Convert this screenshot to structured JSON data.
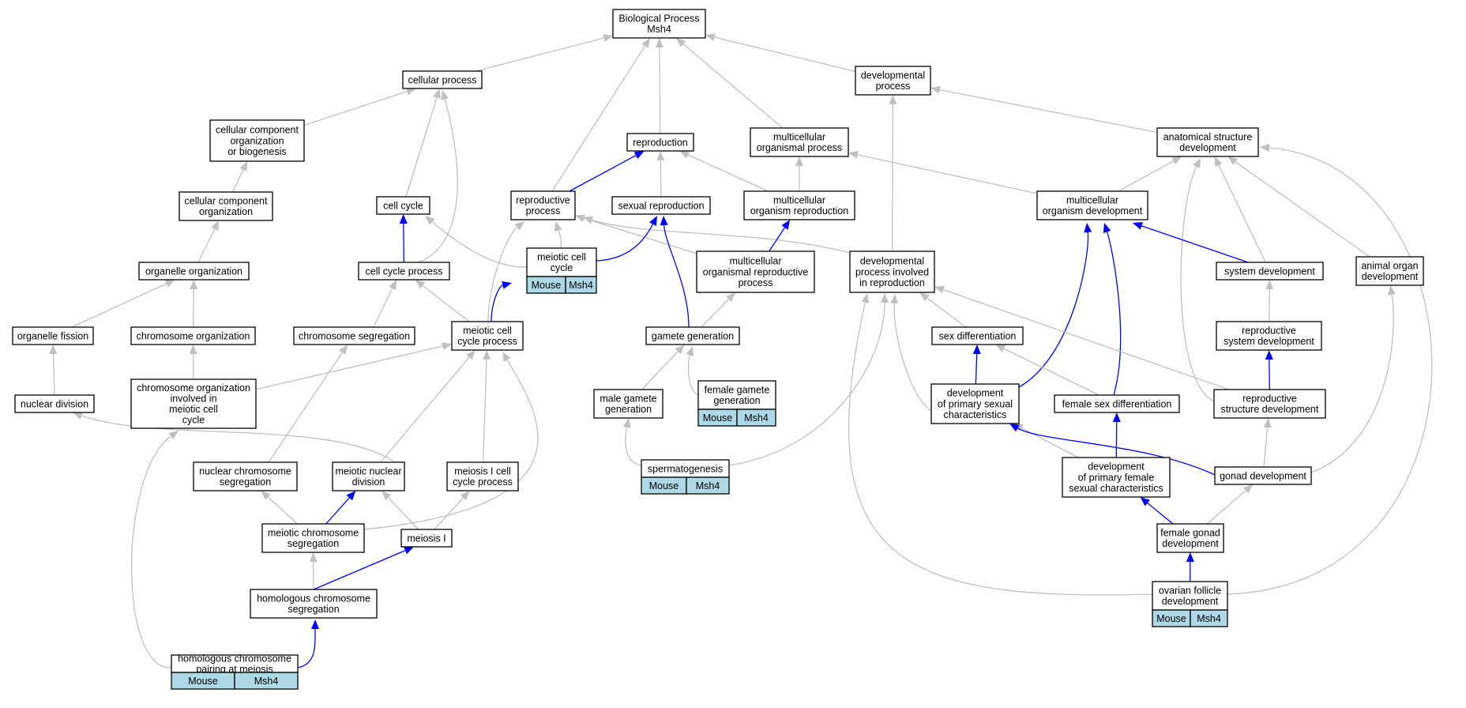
{
  "colors": {
    "is_a": "#c0c0c0",
    "part_of": "#0000ff",
    "annotation_fill": "#add8e6"
  },
  "nodes": {
    "bp": {
      "lines": [
        "Biological Process",
        "Msh4"
      ]
    },
    "cellproc": {
      "lines": [
        "cellular process"
      ]
    },
    "devproc": {
      "lines": [
        "developmental",
        "process"
      ]
    },
    "ccob": {
      "lines": [
        "cellular component",
        "organization",
        "or biogenesis"
      ]
    },
    "repro": {
      "lines": [
        "reproduction"
      ]
    },
    "multiproc": {
      "lines": [
        "multicellular",
        "organismal process"
      ]
    },
    "asd": {
      "lines": [
        "anatomical structure",
        "development"
      ]
    },
    "cco": {
      "lines": [
        "cellular component",
        "organization"
      ]
    },
    "cellcycle": {
      "lines": [
        "cell cycle"
      ]
    },
    "reproproc": {
      "lines": [
        "reproductive",
        "process"
      ]
    },
    "sexrepro": {
      "lines": [
        "sexual reproduction"
      ]
    },
    "multirepro": {
      "lines": [
        "multicellular",
        "organism reproduction"
      ]
    },
    "multidev": {
      "lines": [
        "multicellular",
        "organism development"
      ]
    },
    "orgorg": {
      "lines": [
        "organelle organization"
      ]
    },
    "ccp": {
      "lines": [
        "cell cycle process"
      ]
    },
    "mcc": {
      "lines": [
        "meiotic cell",
        "cycle"
      ],
      "annotation": [
        "Mouse",
        "Msh4"
      ]
    },
    "morp": {
      "lines": [
        "multicellular",
        "organismal reproductive",
        "process"
      ]
    },
    "dpir": {
      "lines": [
        "developmental",
        "process involved",
        "in reproduction"
      ]
    },
    "sysdev": {
      "lines": [
        "system development"
      ]
    },
    "aod": {
      "lines": [
        "animal organ",
        "development"
      ]
    },
    "orgfis": {
      "lines": [
        "organelle fission"
      ]
    },
    "chromorg": {
      "lines": [
        "chromosome organization"
      ]
    },
    "chromseg": {
      "lines": [
        "chromosome segregation"
      ]
    },
    "mccp": {
      "lines": [
        "meiotic cell",
        "cycle process"
      ]
    },
    "gamgen": {
      "lines": [
        "gamete generation"
      ]
    },
    "sexdiff": {
      "lines": [
        "sex differentiation"
      ]
    },
    "rsd": {
      "lines": [
        "reproductive",
        "system development"
      ]
    },
    "nucdiv": {
      "lines": [
        "nuclear division"
      ]
    },
    "coimcc": {
      "lines": [
        "chromosome organization",
        "involved in",
        "meiotic cell",
        "cycle"
      ]
    },
    "malegam": {
      "lines": [
        "male gamete",
        "generation"
      ]
    },
    "femgam": {
      "lines": [
        "female gamete",
        "generation"
      ],
      "annotation": [
        "Mouse",
        "Msh4"
      ]
    },
    "dpsc": {
      "lines": [
        "development",
        "of primary sexual",
        "characteristics"
      ]
    },
    "fsd": {
      "lines": [
        "female sex differentiation"
      ]
    },
    "rstd": {
      "lines": [
        "reproductive",
        "structure development"
      ]
    },
    "ncs": {
      "lines": [
        "nuclear chromosome",
        "segregation"
      ]
    },
    "mnd": {
      "lines": [
        "meiotic nuclear",
        "division"
      ]
    },
    "m1ccp": {
      "lines": [
        "meiosis I cell",
        "cycle process"
      ]
    },
    "spermgen": {
      "lines": [
        "spermatogenesis"
      ],
      "annotation": [
        "Mouse",
        "Msh4"
      ]
    },
    "dpfsc": {
      "lines": [
        "development",
        "of primary female",
        "sexual characteristics"
      ]
    },
    "gonad": {
      "lines": [
        "gonad development"
      ]
    },
    "mcs": {
      "lines": [
        "meiotic chromosome",
        "segregation"
      ]
    },
    "meiosis1": {
      "lines": [
        "meiosis I"
      ]
    },
    "fgd": {
      "lines": [
        "female gonad",
        "development"
      ]
    },
    "hcs": {
      "lines": [
        "homologous chromosome",
        "segregation"
      ]
    },
    "ovfol": {
      "lines": [
        "ovarian follicle",
        "development"
      ],
      "annotation": [
        "Mouse",
        "Msh4"
      ]
    },
    "hcpm": {
      "lines": [
        "homologous chromosome",
        "pairing at meiosis"
      ],
      "annotation": [
        "Mouse",
        "Msh4"
      ]
    }
  },
  "edges": [
    {
      "from": "cellproc",
      "to": "bp",
      "type": "is_a"
    },
    {
      "from": "reproproc",
      "to": "bp",
      "type": "is_a"
    },
    {
      "from": "repro",
      "to": "bp",
      "type": "is_a"
    },
    {
      "from": "multiproc",
      "to": "bp",
      "type": "is_a"
    },
    {
      "from": "devproc",
      "to": "bp",
      "type": "is_a"
    },
    {
      "from": "ccob",
      "to": "cellproc",
      "type": "is_a"
    },
    {
      "from": "cellcycle",
      "to": "cellproc",
      "type": "is_a"
    },
    {
      "from": "ccp",
      "to": "cellproc",
      "type": "is_a"
    },
    {
      "from": "asd",
      "to": "devproc",
      "type": "is_a"
    },
    {
      "from": "dpir",
      "to": "devproc",
      "type": "is_a"
    },
    {
      "from": "cco",
      "to": "ccob",
      "type": "is_a"
    },
    {
      "from": "orgorg",
      "to": "cco",
      "type": "is_a"
    },
    {
      "from": "reproproc",
      "to": "repro",
      "type": "part_of"
    },
    {
      "from": "sexrepro",
      "to": "repro",
      "type": "is_a"
    },
    {
      "from": "multirepro",
      "to": "repro",
      "type": "is_a"
    },
    {
      "from": "multirepro",
      "to": "multiproc",
      "type": "is_a"
    },
    {
      "from": "multidev",
      "to": "multiproc",
      "type": "is_a"
    },
    {
      "from": "multidev",
      "to": "asd",
      "type": "is_a"
    },
    {
      "from": "sysdev",
      "to": "asd",
      "type": "is_a"
    },
    {
      "from": "aod",
      "to": "asd",
      "type": "is_a"
    },
    {
      "from": "rstd",
      "to": "asd",
      "type": "is_a"
    },
    {
      "from": "ovfol",
      "to": "asd",
      "type": "is_a"
    },
    {
      "from": "ccp",
      "to": "cellcycle",
      "type": "part_of"
    },
    {
      "from": "mcc",
      "to": "cellcycle",
      "type": "is_a"
    },
    {
      "from": "mcc",
      "to": "reproproc",
      "type": "is_a"
    },
    {
      "from": "mccp",
      "to": "reproproc",
      "type": "is_a"
    },
    {
      "from": "morp",
      "to": "reproproc",
      "type": "is_a"
    },
    {
      "from": "dpir",
      "to": "reproproc",
      "type": "is_a"
    },
    {
      "from": "mcc",
      "to": "sexrepro",
      "type": "part_of"
    },
    {
      "from": "gamgen",
      "to": "sexrepro",
      "type": "part_of"
    },
    {
      "from": "morp",
      "to": "multirepro",
      "type": "part_of"
    },
    {
      "from": "sysdev",
      "to": "multidev",
      "type": "part_of"
    },
    {
      "from": "dpsc",
      "to": "multidev",
      "type": "part_of"
    },
    {
      "from": "fsd",
      "to": "multidev",
      "type": "part_of"
    },
    {
      "from": "orgfis",
      "to": "orgorg",
      "type": "is_a"
    },
    {
      "from": "chromorg",
      "to": "orgorg",
      "type": "is_a"
    },
    {
      "from": "chromseg",
      "to": "ccp",
      "type": "is_a"
    },
    {
      "from": "mccp",
      "to": "ccp",
      "type": "is_a"
    },
    {
      "from": "mccp",
      "to": "mcc",
      "type": "part_of"
    },
    {
      "from": "gamgen",
      "to": "morp",
      "type": "is_a"
    },
    {
      "from": "sexdiff",
      "to": "dpir",
      "type": "is_a"
    },
    {
      "from": "dpsc",
      "to": "dpir",
      "type": "is_a"
    },
    {
      "from": "rstd",
      "to": "dpir",
      "type": "is_a"
    },
    {
      "from": "spermgen",
      "to": "dpir",
      "type": "is_a"
    },
    {
      "from": "ovfol",
      "to": "dpir",
      "type": "is_a"
    },
    {
      "from": "rsd",
      "to": "sysdev",
      "type": "is_a"
    },
    {
      "from": "gonad",
      "to": "aod",
      "type": "is_a"
    },
    {
      "from": "nucdiv",
      "to": "orgfis",
      "type": "is_a"
    },
    {
      "from": "coimcc",
      "to": "chromorg",
      "type": "is_a"
    },
    {
      "from": "ncs",
      "to": "chromseg",
      "type": "is_a"
    },
    {
      "from": "coimcc",
      "to": "mccp",
      "type": "is_a"
    },
    {
      "from": "mnd",
      "to": "mccp",
      "type": "is_a"
    },
    {
      "from": "m1ccp",
      "to": "mccp",
      "type": "is_a"
    },
    {
      "from": "mcs",
      "to": "mccp",
      "type": "is_a"
    },
    {
      "from": "malegam",
      "to": "gamgen",
      "type": "is_a"
    },
    {
      "from": "femgam",
      "to": "gamgen",
      "type": "is_a"
    },
    {
      "from": "dpsc",
      "to": "sexdiff",
      "type": "part_of"
    },
    {
      "from": "fsd",
      "to": "sexdiff",
      "type": "is_a"
    },
    {
      "from": "rstd",
      "to": "rsd",
      "type": "part_of"
    },
    {
      "from": "mnd",
      "to": "nucdiv",
      "type": "is_a"
    },
    {
      "from": "hcpm",
      "to": "coimcc",
      "type": "is_a"
    },
    {
      "from": "spermgen",
      "to": "malegam",
      "type": "is_a"
    },
    {
      "from": "dpfsc",
      "to": "dpsc",
      "type": "is_a"
    },
    {
      "from": "gonad",
      "to": "dpsc",
      "type": "part_of"
    },
    {
      "from": "dpfsc",
      "to": "fsd",
      "type": "part_of"
    },
    {
      "from": "gonad",
      "to": "rstd",
      "type": "is_a"
    },
    {
      "from": "mcs",
      "to": "ncs",
      "type": "is_a"
    },
    {
      "from": "mcs",
      "to": "mnd",
      "type": "part_of"
    },
    {
      "from": "meiosis1",
      "to": "mnd",
      "type": "is_a"
    },
    {
      "from": "meiosis1",
      "to": "m1ccp",
      "type": "is_a"
    },
    {
      "from": "fgd",
      "to": "dpfsc",
      "type": "part_of"
    },
    {
      "from": "fgd",
      "to": "gonad",
      "type": "is_a"
    },
    {
      "from": "hcs",
      "to": "mcs",
      "type": "is_a"
    },
    {
      "from": "hcs",
      "to": "meiosis1",
      "type": "part_of"
    },
    {
      "from": "ovfol",
      "to": "fgd",
      "type": "part_of"
    },
    {
      "from": "hcpm",
      "to": "hcs",
      "type": "part_of"
    }
  ]
}
